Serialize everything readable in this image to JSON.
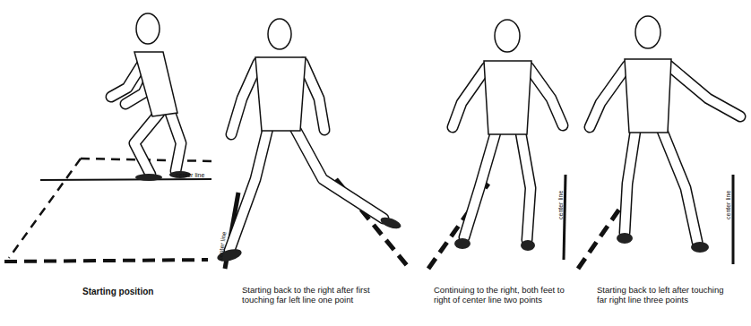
{
  "diagram": {
    "labels": [
      "center line",
      "Starting position",
      "center line",
      "Starting back to the right after first touching far left line one point",
      "center line",
      "Continuing to the right, both feet to right of center line two points",
      "center line",
      "Starting back to left after touching far right line three points"
    ]
  }
}
